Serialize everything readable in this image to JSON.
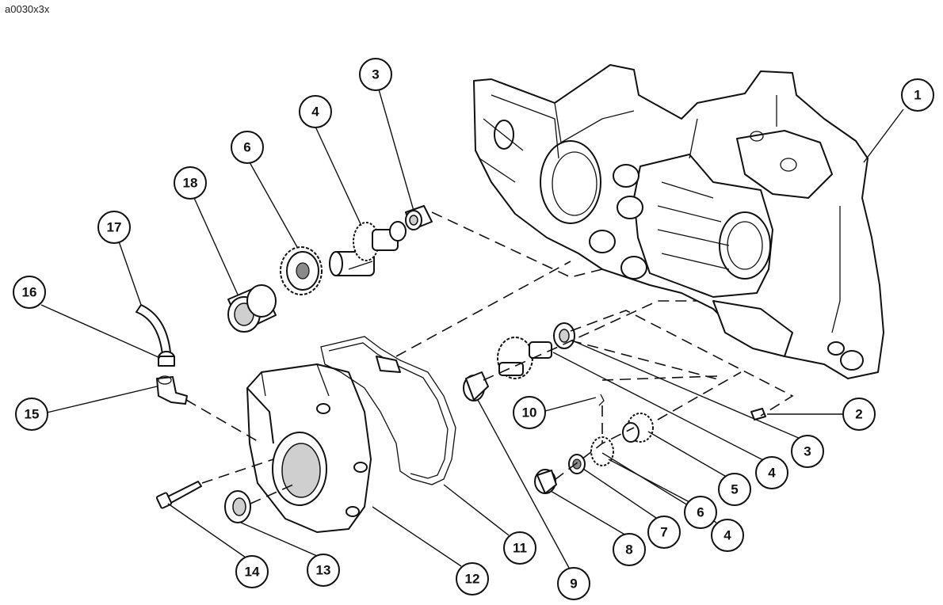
{
  "figure_id": "a0030x3x",
  "callouts": [
    {
      "label": "1"
    },
    {
      "label": "2"
    },
    {
      "label": "3"
    },
    {
      "label": "4"
    },
    {
      "label": "5"
    },
    {
      "label": "6"
    },
    {
      "label": "7"
    },
    {
      "label": "8"
    },
    {
      "label": "9"
    },
    {
      "label": "10"
    },
    {
      "label": "11"
    },
    {
      "label": "12"
    },
    {
      "label": "13"
    },
    {
      "label": "14"
    },
    {
      "label": "15"
    },
    {
      "label": "16"
    },
    {
      "label": "17"
    },
    {
      "label": "18"
    },
    {
      "label": "3"
    },
    {
      "label": "4"
    },
    {
      "label": "6"
    },
    {
      "label": "4"
    }
  ]
}
